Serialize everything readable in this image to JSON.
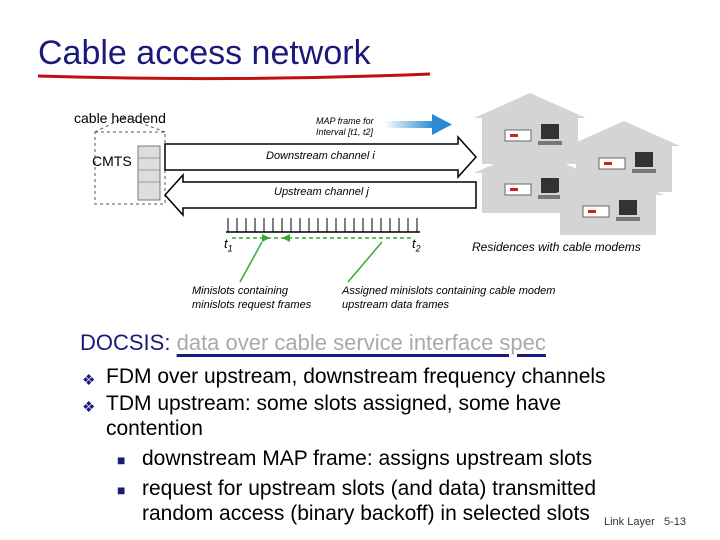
{
  "slide": {
    "title": "Cable access network",
    "footer": "Link Layer",
    "page_number": "5-13"
  },
  "diagram": {
    "headend_label": "cable headend",
    "cmts_label": "CMTS",
    "map_frame_label_line1": "MAP frame for",
    "map_frame_label_line2": "Interval [t1, t2]",
    "downstream_label": "Downstream channel i",
    "upstream_label": "Upstream channel j",
    "t1_label": "t",
    "t1_sub": "1",
    "t2_label": "t",
    "t2_sub": "2",
    "residences_label": "Residences with cable modems",
    "minislots_request_line1": "Minislots containing",
    "minislots_request_line2": "minislots request frames",
    "assigned_minislots_line1": "Assigned minislots containing cable modem",
    "assigned_minislots_line2": "upstream data frames"
  },
  "docsis": {
    "heading": "DOCSIS:",
    "expansion": "data over cable service interface spec"
  },
  "bullets": [
    "FDM over upstream, downstream frequency channels",
    "TDM upstream: some slots assigned, some have",
    "contention"
  ],
  "sub_bullets": [
    "downstream MAP frame: assigns upstream slots",
    "request for upstream slots (and data) transmitted",
    "random access (binary backoff) in selected slots"
  ],
  "colors": {
    "title": "#1a1a7a",
    "underline": "#c01010",
    "map_arrow": "#2a8ad4",
    "slot_highlight": "#33aa33"
  }
}
